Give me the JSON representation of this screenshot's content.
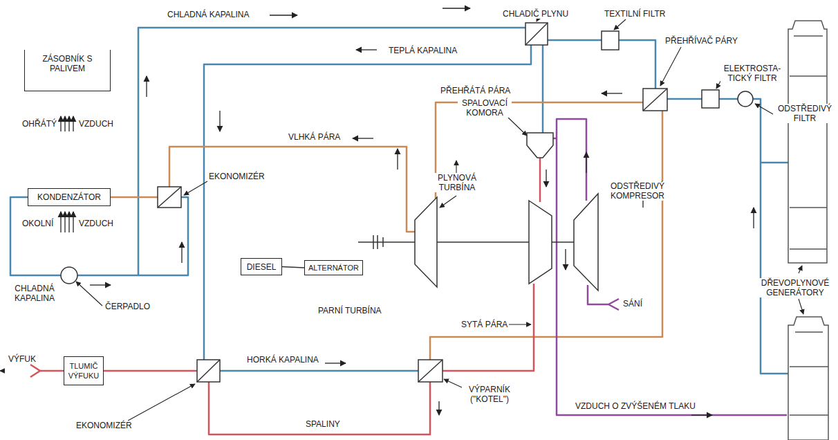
{
  "diagram": {
    "nodes": [
      {
        "text": [
          "ZÁSOBNÍK S PALIVEM"
        ]
      },
      {
        "text": [
          "KONDENZÁTOR"
        ]
      },
      {
        "text": [
          "DIESEL"
        ]
      },
      {
        "text": [
          "ALTERNÁTOR"
        ]
      },
      {
        "text": [
          "TLUMIČ VÝFUKU"
        ]
      }
    ],
    "edges": [
      {
        "from": 2,
        "to": 3,
        "arrow": "none"
      }
    ],
    "labels": [
      "CHLADNÁ KAPALINA",
      "TEPLÁ KAPALINA",
      "PŘEHŘÁTÁ PÁRA",
      "VLHKÁ PÁRA",
      "OHŘÁTÝ",
      "VZDUCH",
      "OKOLNÍ",
      "VZDUCH",
      "CHLADNÁ KAPALINA",
      "ČERPADLO",
      "EKONOMIZÉR",
      "PARNÍ TURBÍNA",
      "SPALOVACÍ KOMORA",
      "PLYNOVÁ TURBÍNA",
      "ODSTŘEDIVÝ KOMPRESOR",
      "SÁNÍ",
      "SYTÁ PÁRA",
      "HORKÁ KAPALINA",
      "SPALINY",
      "VÝPARNÍK (\"KOTEL\")",
      "EKONOMIZÉR",
      "VÝFUK",
      "VZDUCH O ZVÝŠENÉM TLAKU",
      "DŘEVOPLYNOVÉ GENERÁTORY",
      "CHLADIČ PLYNU",
      "TEXTILNÍ FILTR",
      "PŘEHŘÍVAČ PÁRY",
      "ELEKTROSTA- TICKÝ FILTR",
      "ODSTŘEDIVÝ FILTR"
    ]
  }
}
